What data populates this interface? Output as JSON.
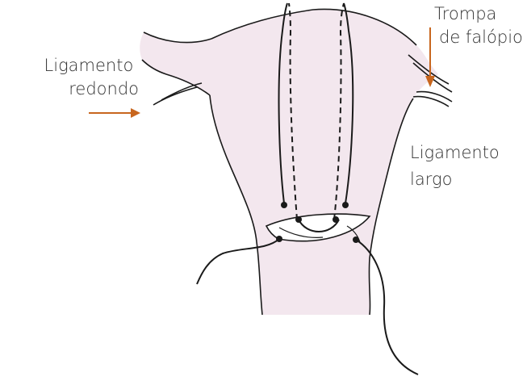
{
  "labels": {
    "round_ligament": [
      "Ligamento",
      "redondo"
    ],
    "fallopian_tube": [
      "Trompa",
      "de falópio"
    ],
    "broad_ligament": [
      "Ligamento",
      "largo"
    ]
  },
  "colors": {
    "uterus_fill": "#f3e7ee",
    "outline": "#1a1a1a",
    "arrow": "#c8661e",
    "label_text": "#333333"
  },
  "icons": {
    "label_arrows": "arrow-icon"
  }
}
